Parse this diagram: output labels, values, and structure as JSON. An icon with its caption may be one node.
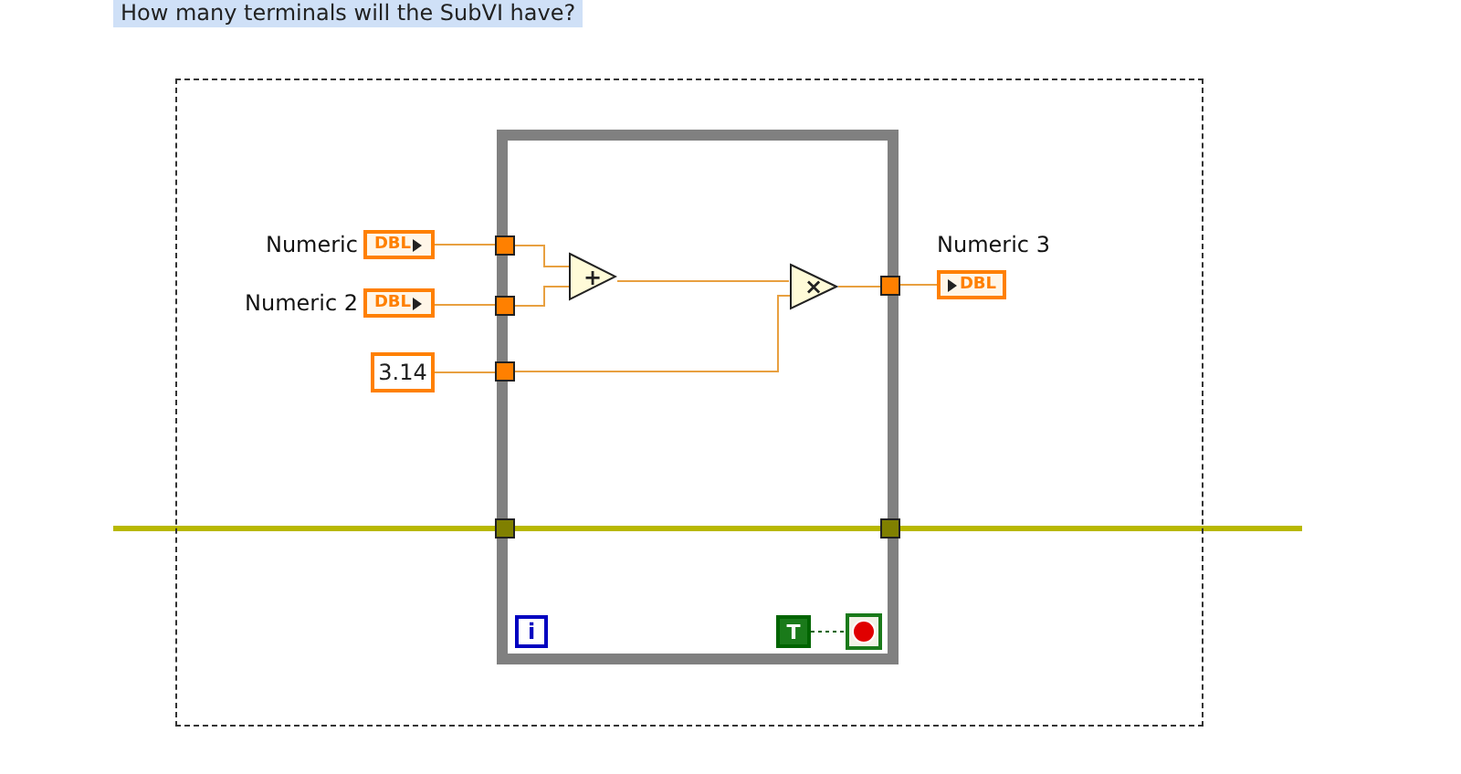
{
  "diagram": {
    "nodes": [
      {
        "text": [],
        "shape": "box"
      },
      {
        "text": [],
        "shape": "box",
        "in": 0
      },
      {
        "text": [
          "DBL"
        ],
        "beside": [
          "Numeric"
        ],
        "in": 0
      },
      {
        "text": [
          "DBL"
        ],
        "beside": [
          "Numeric 2"
        ],
        "in": 0
      },
      {
        "text": [
          "3.14"
        ],
        "in": 0
      },
      {
        "text": [],
        "shape": "box",
        "in": 1
      },
      {
        "text": [],
        "shape": "box",
        "in": 1
      },
      {
        "text": [],
        "shape": "box",
        "in": 1
      },
      {
        "text": [
          "+"
        ],
        "in": 1
      },
      {
        "text": [
          "×"
        ],
        "in": 1
      },
      {
        "text": [],
        "shape": "box",
        "in": 1
      },
      {
        "text": [
          "DBL"
        ],
        "beside": [
          "Numeric 3"
        ],
        "in": 0
      },
      {
        "text": [],
        "shape": "box",
        "in": 1
      },
      {
        "text": [],
        "shape": "box",
        "in": 1
      },
      {
        "text": [
          "i"
        ],
        "in": 1
      },
      {
        "text": [
          "T"
        ],
        "in": 1
      },
      {
        "text": [],
        "shape": "box",
        "in": 1
      }
    ],
    "edges": [
      {
        "from": 2,
        "to": 5,
        "arrow": "none"
      },
      {
        "from": 3,
        "to": 6,
        "arrow": "none"
      },
      {
        "from": 4,
        "to": 7,
        "arrow": "none"
      },
      {
        "from": 5,
        "to": 8,
        "arrow": "none"
      },
      {
        "from": 6,
        "to": 8,
        "arrow": "none"
      },
      {
        "from": 8,
        "to": 9,
        "arrow": "none"
      },
      {
        "from": 7,
        "to": 9,
        "arrow": "none"
      },
      {
        "from": 9,
        "to": 10,
        "arrow": "none"
      },
      {
        "from": 10,
        "to": 11,
        "arrow": "none"
      },
      {
        "from": null,
        "to": 12,
        "arrow": "none",
        "style": "thick",
        "color": "#b8b800"
      },
      {
        "from": 12,
        "to": 13,
        "arrow": "none",
        "style": "thick",
        "color": "#b8b800"
      },
      {
        "from": 13,
        "to": null,
        "arrow": "none",
        "style": "thick",
        "color": "#b8b800"
      },
      {
        "from": 15,
        "to": 16,
        "arrow": "none",
        "style": "dashed",
        "color": "#006400"
      }
    ],
    "labels": [
      "How many terminals will the SubVI have?"
    ]
  }
}
